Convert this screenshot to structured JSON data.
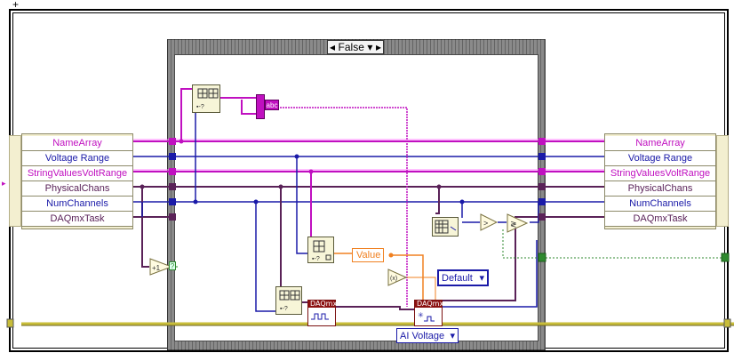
{
  "case_structure": {
    "selector_value": "False",
    "bottom_selector": "AI Voltage"
  },
  "left_cluster": {
    "rows": [
      {
        "label": "NameArray",
        "type": "pink"
      },
      {
        "label": "Voltage Range",
        "type": "blue"
      },
      {
        "label": "StringValuesVoltRange",
        "type": "pink"
      },
      {
        "label": "PhysicalChans",
        "type": "brown"
      },
      {
        "label": "NumChannels",
        "type": "blue"
      },
      {
        "label": "DAQmxTask",
        "type": "brown"
      }
    ]
  },
  "right_cluster": {
    "rows": [
      {
        "label": "NameArray",
        "type": "pink"
      },
      {
        "label": "Voltage Range",
        "type": "blue"
      },
      {
        "label": "StringValuesVoltRange",
        "type": "pink"
      },
      {
        "label": "PhysicalChans",
        "type": "brown"
      },
      {
        "label": "NumChannels",
        "type": "blue"
      },
      {
        "label": "DAQmxTask",
        "type": "brown"
      }
    ]
  },
  "nodes": {
    "value_constant": "Value",
    "default_ring": "Default",
    "daqmx_label_1": "DAQmx",
    "daqmx_label_2": "DAQmx",
    "string_constant": "abc",
    "inc_label": "+1",
    "less_label": ">",
    "pause_glyph": "?"
  },
  "colors": {
    "pink_wire": "#c010c0",
    "blue_wire": "#1a1aa8",
    "brown_wire": "#5a2258",
    "orange_wire": "#f08020",
    "green_wire": "#2f8a2f",
    "yellow_wire": "#c8bd3a"
  }
}
